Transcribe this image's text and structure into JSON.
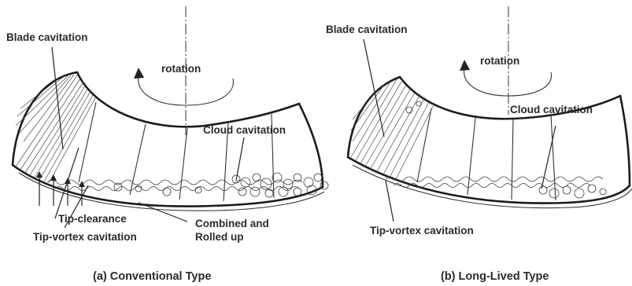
{
  "panel_a": {
    "blade_cavitation": "Blade cavitation",
    "rotation": "rotation",
    "cloud_cavitation": "Cloud cavitation",
    "tip_clearance": "Tip-clearance",
    "tip_vortex_cavitation": "Tip-vortex cavitation",
    "combined_line1": "Combined and",
    "combined_line2": "Rolled up",
    "caption": "(a) Conventional Type"
  },
  "panel_b": {
    "blade_cavitation": "Blade cavitation",
    "rotation": "rotation",
    "cloud_cavitation": "Cloud cavitation",
    "tip_vortex_cavitation": "Tip-vortex cavitation",
    "caption": "(b) Long-Lived Type"
  }
}
